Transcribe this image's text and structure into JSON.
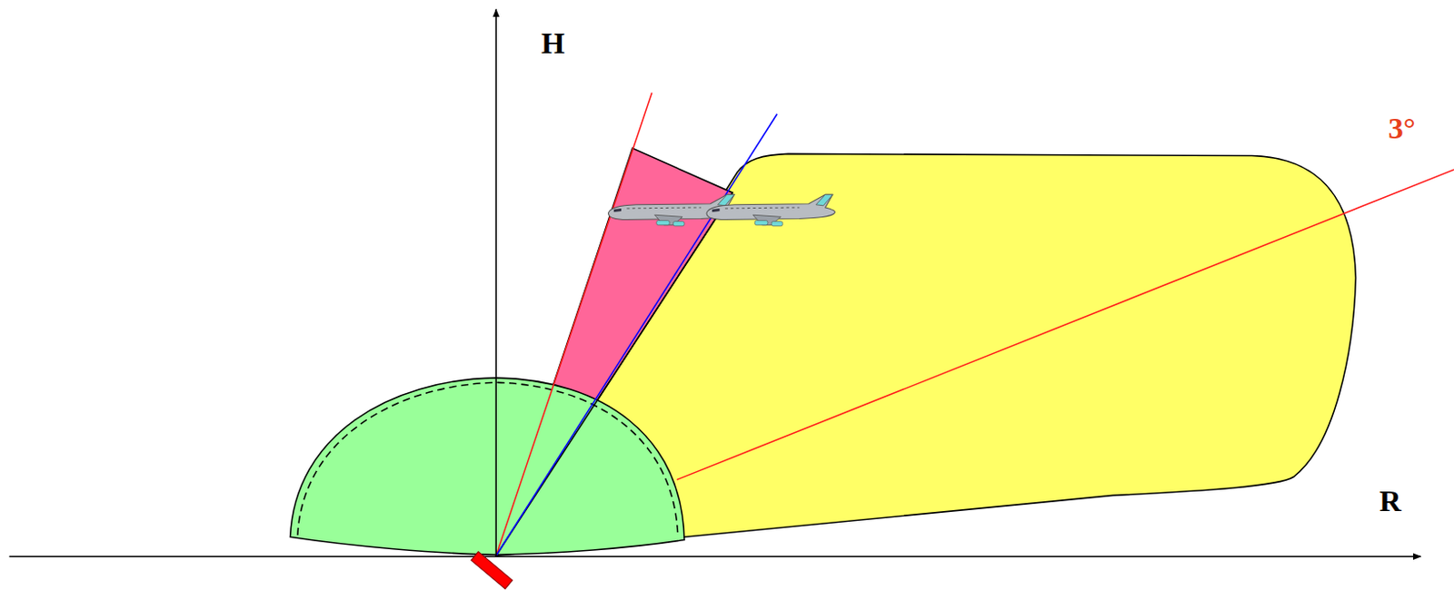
{
  "diagram": {
    "labels": [
      "H",
      "R",
      "3°"
    ]
  }
}
